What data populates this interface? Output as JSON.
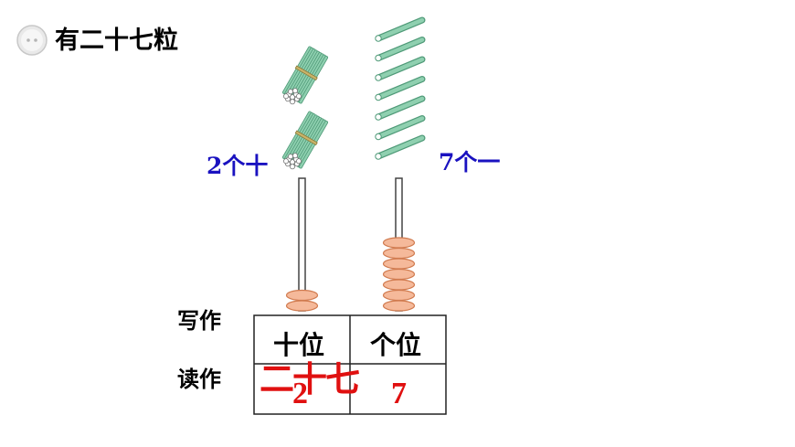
{
  "title": "有二十七粒",
  "tens_label": "2个十",
  "ones_label": "7个一",
  "row_labels": {
    "write": "写作",
    "read": "读作"
  },
  "table": {
    "headers": [
      "十位",
      "个位"
    ],
    "digits": [
      "2",
      "7"
    ]
  },
  "reading": "二十七",
  "abacus": {
    "tens_beads": 2,
    "ones_beads": 7
  },
  "bundles_count": 2,
  "single_sticks_count": 7,
  "colors": {
    "place_label": "#1a12c0",
    "answer": "#e01010",
    "bead_fill": "#f5b99a",
    "bead_stroke": "#d07a4e",
    "stick_fill": "#8fd0b0",
    "stick_stroke": "#4f9a78"
  },
  "icons": {
    "bullet": "bullet-circle-icon"
  }
}
